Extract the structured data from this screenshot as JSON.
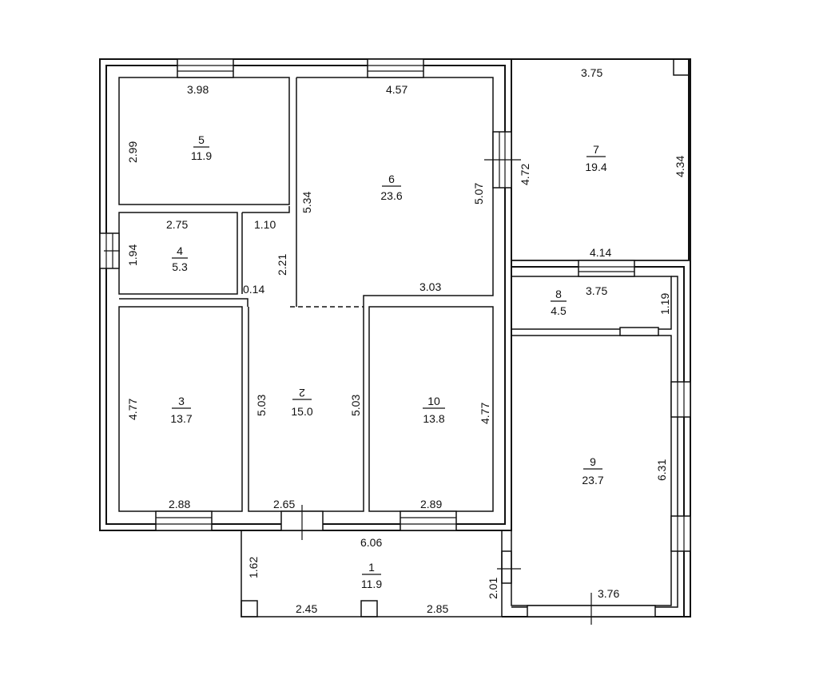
{
  "rooms": [
    {
      "id": "r1",
      "number": "1",
      "area": "11.9"
    },
    {
      "id": "r2",
      "number": "2",
      "area": "15.0"
    },
    {
      "id": "r3",
      "number": "3",
      "area": "13.7"
    },
    {
      "id": "r4",
      "number": "4",
      "area": "5.3"
    },
    {
      "id": "r5",
      "number": "5",
      "area": "11.9"
    },
    {
      "id": "r6",
      "number": "6",
      "area": "23.6"
    },
    {
      "id": "r7",
      "number": "7",
      "area": "19.4"
    },
    {
      "id": "r8",
      "number": "8",
      "area": "4.5"
    },
    {
      "id": "r9",
      "number": "9",
      "area": "23.7"
    },
    {
      "id": "r10",
      "number": "10",
      "area": "13.8"
    }
  ],
  "dimensions": {
    "d_398": "3.98",
    "d_457": "4.57",
    "d_375a": "3.75",
    "d_299": "2.99",
    "d_534": "5.34",
    "d_507": "5.07",
    "d_472": "4.72",
    "d_434": "4.34",
    "d_275": "2.75",
    "d_110": "1.10",
    "d_194": "1.94",
    "d_221": "2.21",
    "d_014": "0.14",
    "d_414": "4.14",
    "d_375b": "3.75",
    "d_303": "3.03",
    "d_119": "1.19",
    "d_477a": "4.77",
    "d_503a": "5.03",
    "d_503b": "5.03",
    "d_477b": "4.77",
    "d_631": "6.31",
    "d_288": "2.88",
    "d_265": "2.65",
    "d_289": "2.89",
    "d_606": "6.06",
    "d_162": "1.62",
    "d_201": "2.01",
    "d_245": "2.45",
    "d_285": "2.85",
    "d_376": "3.76"
  }
}
